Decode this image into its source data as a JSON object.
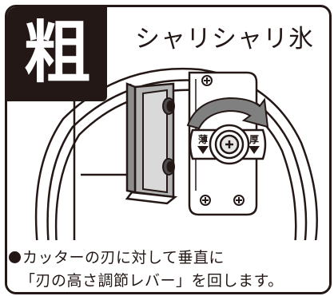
{
  "badge": {
    "char": "粗"
  },
  "headline": "シャリシャリ氷",
  "dial_labels": {
    "left": "薄",
    "right": "厚"
  },
  "caption": {
    "line1": "カッターの刃に対して垂直に",
    "line2": "「刃の高さ調節レバー」を回します。"
  },
  "colors": {
    "ink": "#231815",
    "paper": "#ffffff"
  },
  "icons": [
    "rotate-arrow-icon",
    "lever-knob-icon",
    "screw-icon",
    "down-arrow-icon"
  ]
}
